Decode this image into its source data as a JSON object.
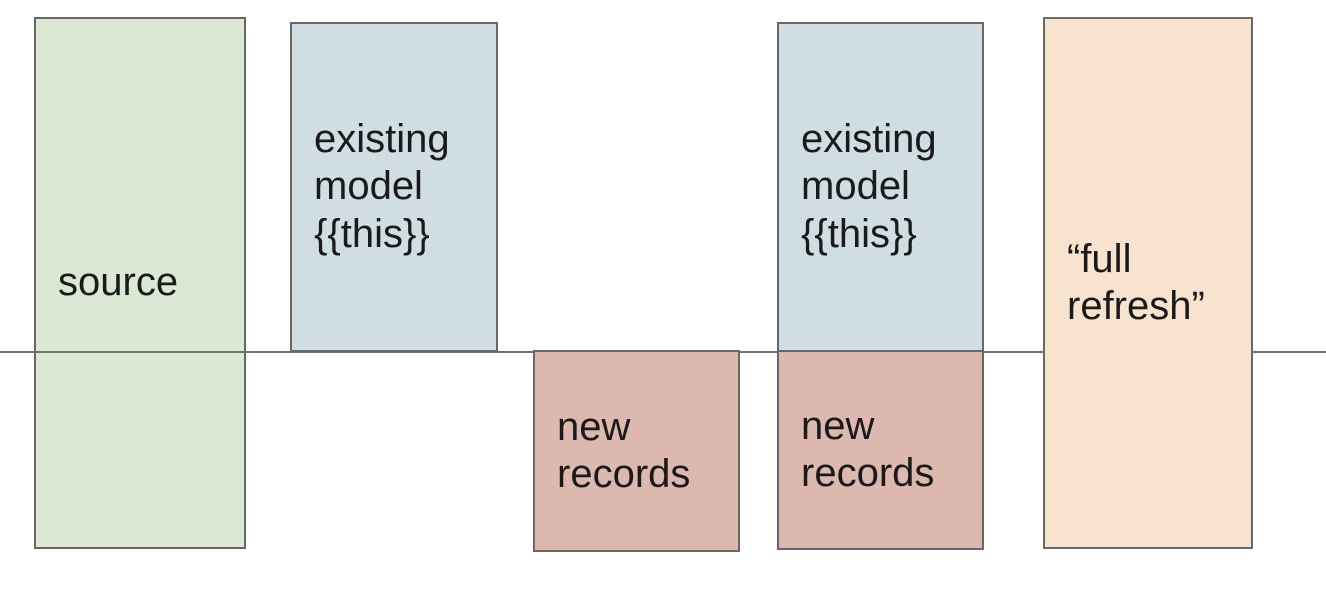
{
  "canvas": {
    "background": "#ffffff",
    "divider_color": "#717171",
    "box_border_color": "#686868",
    "text_color": "#1a1a1a"
  },
  "diagram": {
    "boxes": [
      {
        "name": "source",
        "label": "source",
        "fill": "#dbe8d4"
      },
      {
        "name": "existing-model-1",
        "label": "existing\nmodel\n{{this}}",
        "fill": "#d0dee3"
      },
      {
        "name": "new-records-1",
        "label": "new\nrecords",
        "fill": "#dcb8ae"
      },
      {
        "name": "existing-model-2",
        "label": "existing\nmodel\n{{this}}",
        "fill": "#d0dee3"
      },
      {
        "name": "new-records-2",
        "label": "new\nrecords",
        "fill": "#f0c7bd"
      },
      {
        "name": "full-refresh",
        "label": "“full\nrefresh”",
        "fill": "#f8e4ce"
      }
    ]
  }
}
